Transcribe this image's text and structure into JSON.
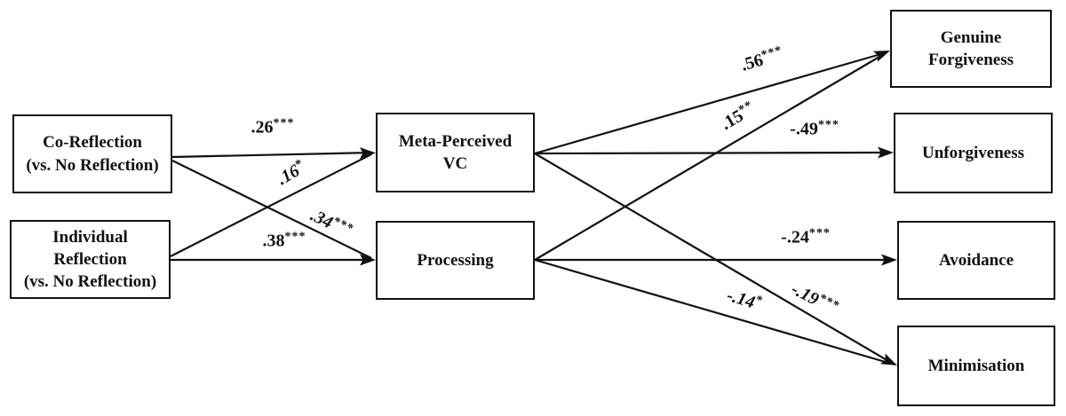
{
  "diagram": {
    "title": "Path model: reflection conditions, mediators, and forgiveness outcomes",
    "colors": {
      "line": "#111111",
      "box_fill": "#ffffff",
      "text": "#111111"
    },
    "nodes": {
      "co_reflection": {
        "lines": [
          "Co-Reflection",
          "(vs. No Reflection)"
        ]
      },
      "individual": {
        "lines": [
          "Individual",
          "Reflection",
          "(vs. No Reflection)"
        ]
      },
      "mpvc": {
        "lines": [
          "Meta-Perceived",
          "VC"
        ]
      },
      "processing": {
        "lines": [
          "Processing"
        ]
      },
      "genuine": {
        "lines": [
          "Genuine",
          "Forgiveness"
        ]
      },
      "unforgiveness": {
        "lines": [
          "Unforgiveness"
        ]
      },
      "avoidance": {
        "lines": [
          "Avoidance"
        ]
      },
      "minimisation": {
        "lines": [
          "Minimisation"
        ]
      }
    },
    "paths": [
      {
        "from": "Co-Reflection (vs. No Reflection)",
        "to": "Meta-Perceived VC",
        "coef": ".26",
        "stars": "***"
      },
      {
        "from": "Individual Reflection (vs. No Reflection)",
        "to": "Meta-Perceived VC",
        "coef": ".16",
        "stars": "*"
      },
      {
        "from": "Co-Reflection (vs. No Reflection)",
        "to": "Processing",
        "coef": ".34",
        "stars": "***"
      },
      {
        "from": "Individual Reflection (vs. No Reflection)",
        "to": "Processing",
        "coef": ".38",
        "stars": "***"
      },
      {
        "from": "Meta-Perceived VC",
        "to": "Genuine Forgiveness",
        "coef": ".56",
        "stars": "***"
      },
      {
        "from": "Processing",
        "to": "Genuine Forgiveness",
        "coef": ".15",
        "stars": "**"
      },
      {
        "from": "Meta-Perceived VC",
        "to": "Unforgiveness",
        "coef": "-.49",
        "stars": "***"
      },
      {
        "from": "Processing",
        "to": "Avoidance",
        "coef": "-.24",
        "stars": "***"
      },
      {
        "from": "Meta-Perceived VC",
        "to": "Minimisation",
        "coef": "-.19",
        "stars": "***"
      },
      {
        "from": "Processing",
        "to": "Minimisation",
        "coef": "-.14",
        "stars": "*"
      }
    ]
  }
}
